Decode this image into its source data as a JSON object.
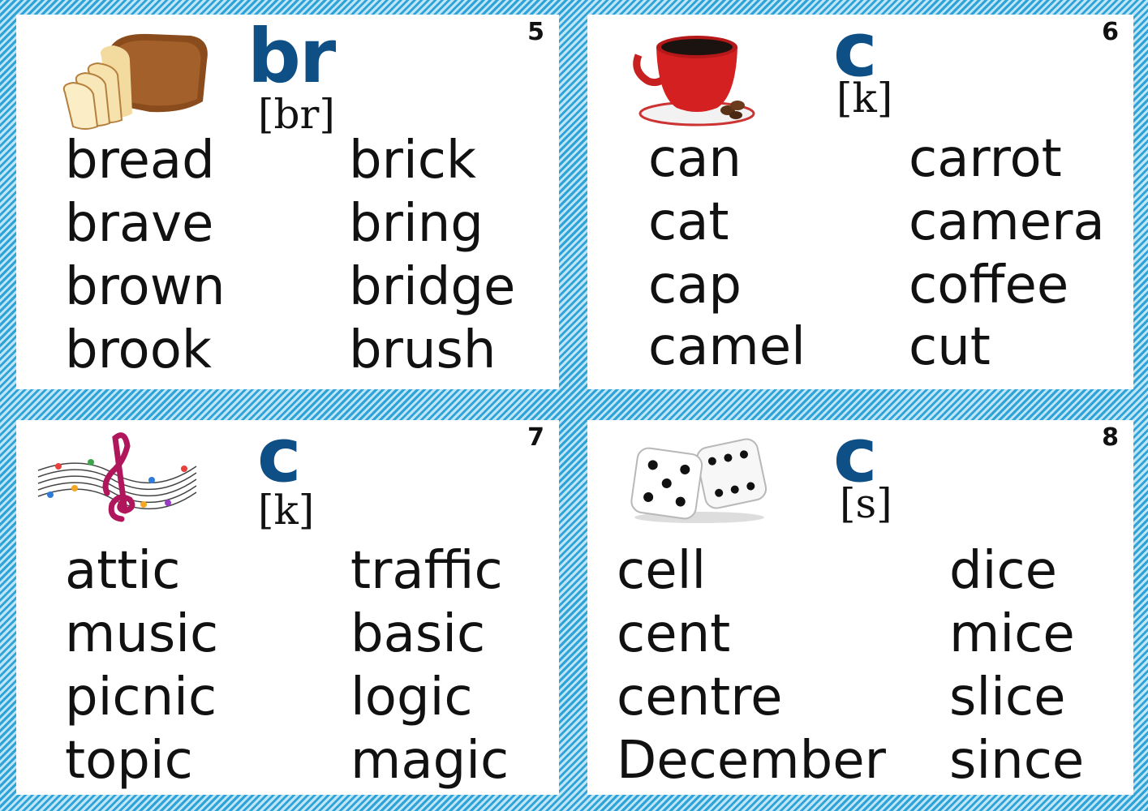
{
  "cards": [
    {
      "number": "5",
      "letters": "br",
      "sound": "[br]",
      "picture": "bread-loaf",
      "words_left": [
        "bread",
        "brave",
        "brown",
        "brook"
      ],
      "words_right": [
        "brick",
        "bring",
        "bridge",
        "brush"
      ]
    },
    {
      "number": "6",
      "letters": "c",
      "sound": "[k]",
      "picture": "coffee-cup",
      "words_left": [
        "can",
        "cat",
        "cap",
        "camel"
      ],
      "words_right": [
        "carrot",
        "camera",
        "coffee",
        "cut"
      ]
    },
    {
      "number": "7",
      "letters": "c",
      "sound": "[k]",
      "picture": "music-notes",
      "words_left": [
        "attic",
        "music",
        "picnic",
        "topic"
      ],
      "words_right": [
        "traffic",
        "basic",
        "logic",
        "magic"
      ]
    },
    {
      "number": "8",
      "letters": "c",
      "sound": "[s]",
      "picture": "dice",
      "words_left": [
        "cell",
        "cent",
        "centre",
        "December"
      ],
      "words_right": [
        "dice",
        "mice",
        "slice",
        "since"
      ]
    }
  ],
  "colors": {
    "letter": "#0e4f86",
    "border_dark": "#2fa3d8",
    "border_light": "#bfe6f7"
  }
}
